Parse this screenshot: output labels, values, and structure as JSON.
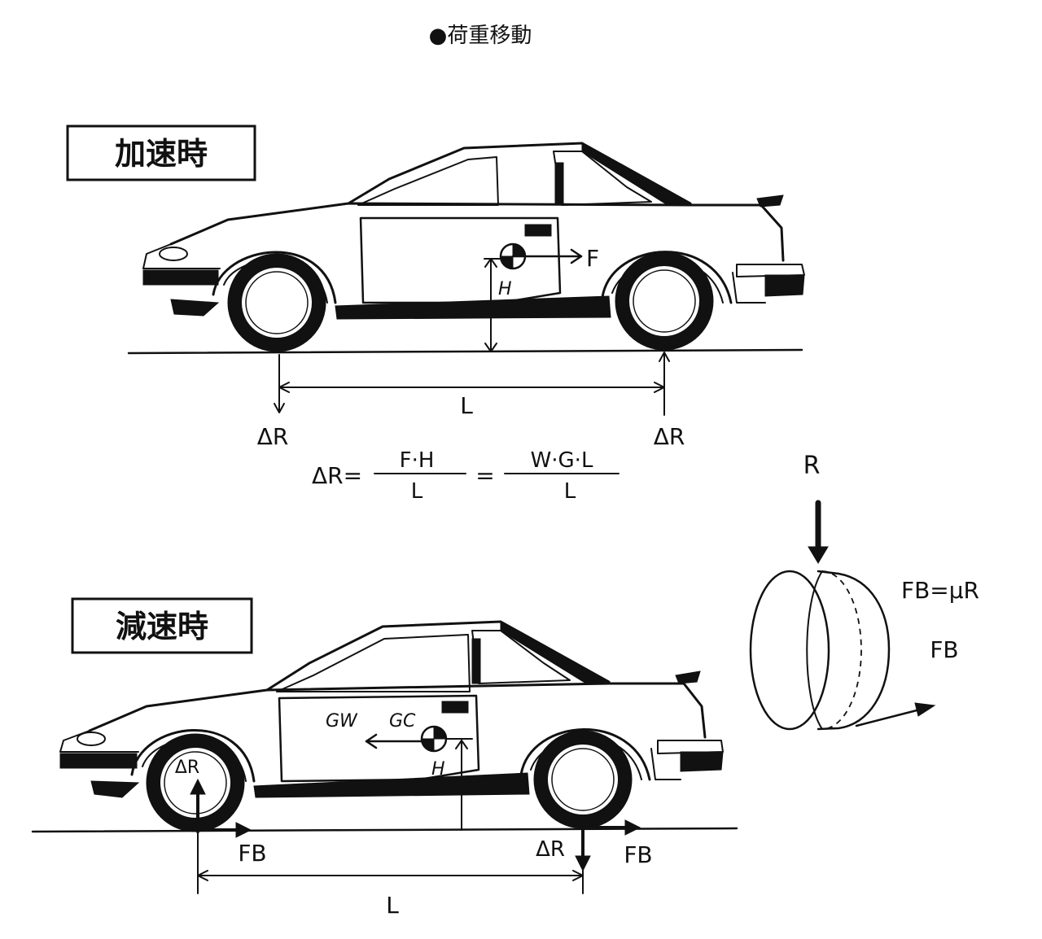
{
  "title": "●荷重移動",
  "accel": {
    "label": "加速時",
    "force": "F",
    "height": "H",
    "wheelbase": "L",
    "delta_front": "ΔR",
    "delta_rear": "ΔR",
    "formula": {
      "lhs": "ΔR=",
      "num1": "F·H",
      "den1": "L",
      "eq": "=",
      "num2": "W·G·L",
      "den2": "L"
    }
  },
  "decel": {
    "label": "減速時",
    "gw": "GW",
    "gc": "GC",
    "height": "H",
    "delta_front": "ΔR",
    "delta_rear": "ΔR",
    "fb_front": "FB",
    "fb_rear": "FB",
    "wheelbase": "L"
  },
  "tire": {
    "load": "R",
    "equation": "FB=μR",
    "fb": "FB"
  }
}
